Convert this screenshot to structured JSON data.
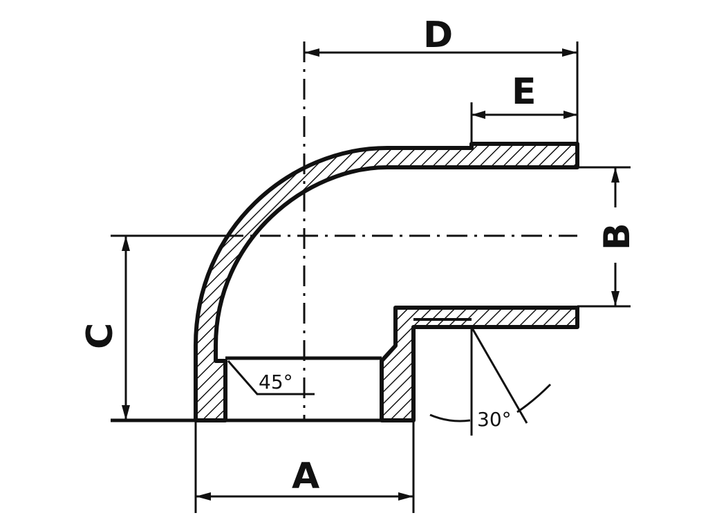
{
  "diagram": {
    "dimension_labels": {
      "A": "A",
      "B": "B",
      "C": "C",
      "D": "D",
      "E": "E"
    },
    "angle_labels": {
      "socket_chamfer": "45°",
      "spigot_bevel": "30°"
    },
    "colors": {
      "line": "#111111",
      "background": "#ffffff"
    }
  }
}
